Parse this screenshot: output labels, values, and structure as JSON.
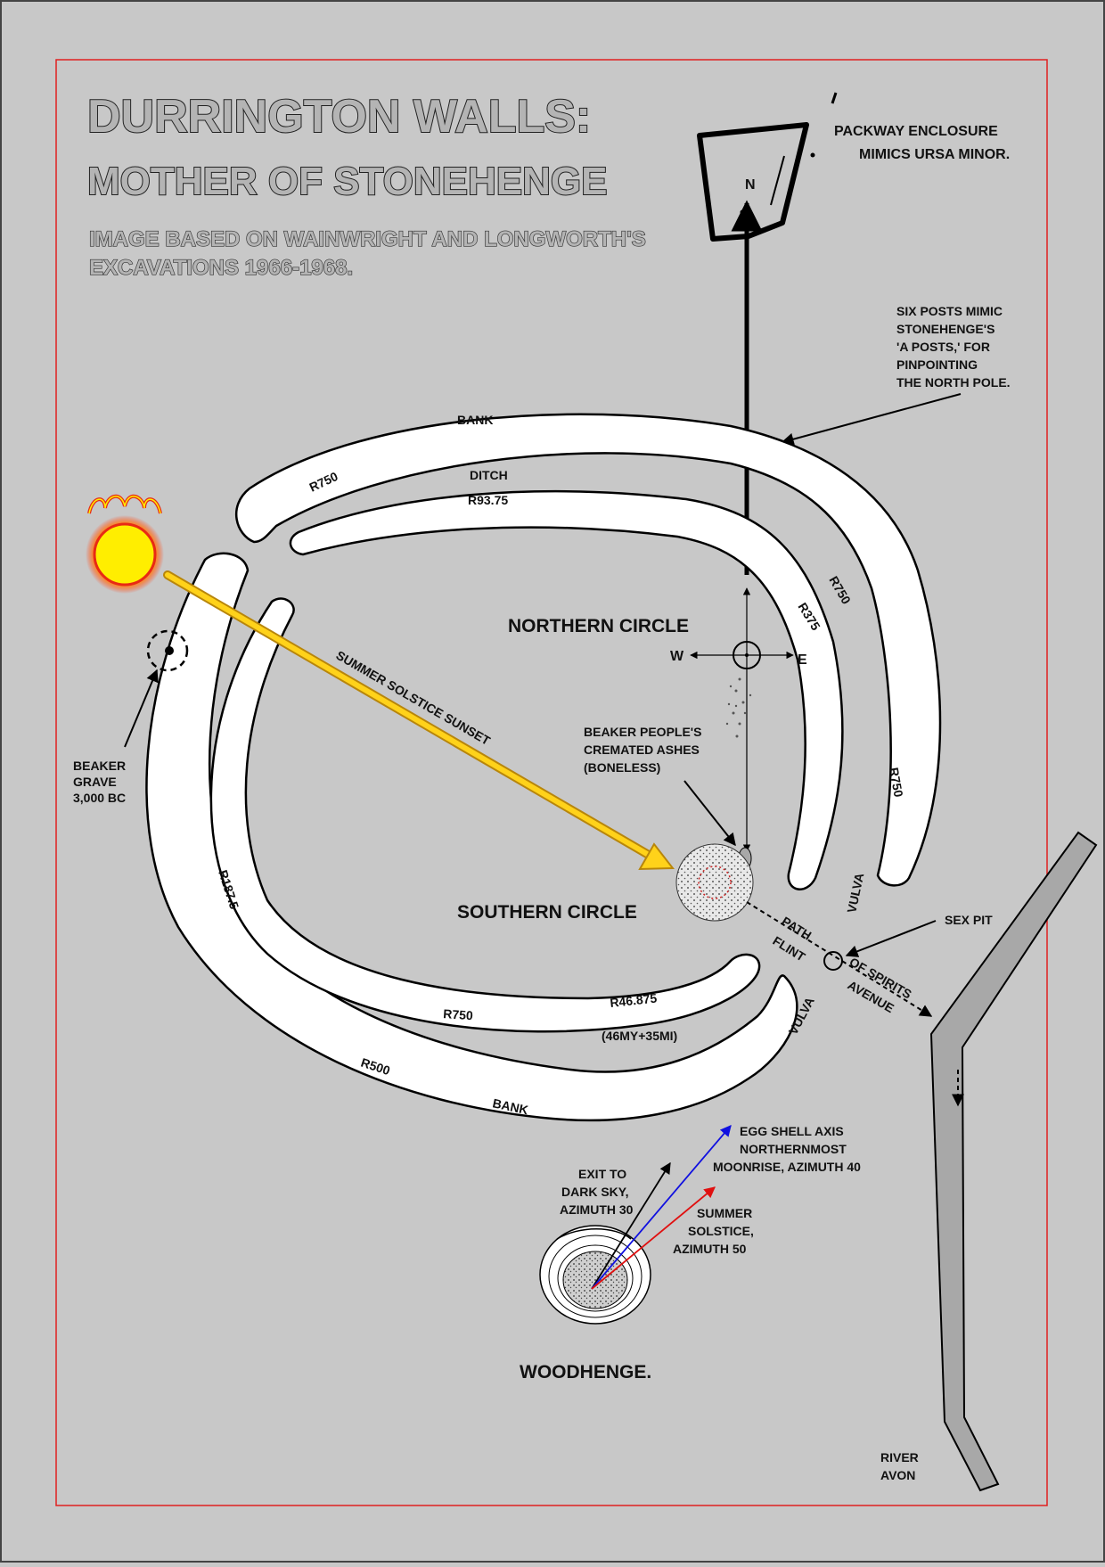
{
  "title": {
    "line1": "DURRINGTON WALLS:",
    "line2": "MOTHER OF STONEHENGE",
    "credit1": "IMAGE BASED ON WAINWRIGHT AND LONGWORTH'S",
    "credit2": "EXCAVATIONS 1966-1968."
  },
  "north_marker": "N",
  "labels": {
    "packway_1": "PACKWAY ENCLOSURE",
    "packway_2": "MIMICS URSA MINOR.",
    "six_posts_1": "SIX POSTS MIMIC",
    "six_posts_2": "STONEHENGE'S",
    "six_posts_3": "'A POSTS,' FOR",
    "six_posts_4": "PINPOINTING",
    "six_posts_5": "THE NORTH POLE.",
    "bank_top": "BANK",
    "r750_top": "R750",
    "ditch": "DITCH",
    "r93": "R93.75",
    "r750_right": "R750",
    "r375": "R375",
    "r750_right2": "R750",
    "northern_circle": "NORTHERN CIRCLE",
    "west": "W",
    "east": "E",
    "summer_solstice_sunset": "SUMMER SOLSTICE SUNSET",
    "beaker_ashes_1": "BEAKER PEOPLE'S",
    "beaker_ashes_2": "CREMATED ASHES",
    "beaker_ashes_3": "(BONELESS)",
    "beaker_grave_1": "BEAKER",
    "beaker_grave_2": "GRAVE",
    "beaker_grave_3": "3,000 BC",
    "r187": "R187.5",
    "southern_circle": "SOUTHERN CIRCLE",
    "vulva_right": "VULVA",
    "sex_pit": "SEX PIT",
    "path": "PATH",
    "flint": "FLINT",
    "of_spirits": "OF SPIRITS",
    "avenue": "AVENUE",
    "r750_bottom": "R750",
    "r46": "R46.875",
    "my_mi": "(46MY+35MI)",
    "vulva_bottom": "VULVA",
    "r500": "R500",
    "bank_bottom": "BANK",
    "egg_1": "EGG SHELL AXIS",
    "egg_2": "NORTHERNMOST",
    "egg_3": "MOONRISE, AZIMUTH 40",
    "exit_1": "EXIT  TO",
    "exit_2": "DARK SKY,",
    "exit_3": "AZIMUTH 30",
    "summer_1": "SUMMER",
    "summer_2": "SOLSTICE,",
    "summer_3": "AZIMUTH 50",
    "woodhenge": "WOODHENGE.",
    "river_1": "RIVER",
    "river_2": "AVON"
  },
  "colors": {
    "background": "#c8c8c8",
    "frame": "#e02020",
    "sun": "#ffee00",
    "sun_glow": "#ff3b1f",
    "sunset_arrow": "#ffd21a",
    "moonrise_line": "#1010e0",
    "solstice_line": "#e01010",
    "river": "#a8a8a8"
  }
}
